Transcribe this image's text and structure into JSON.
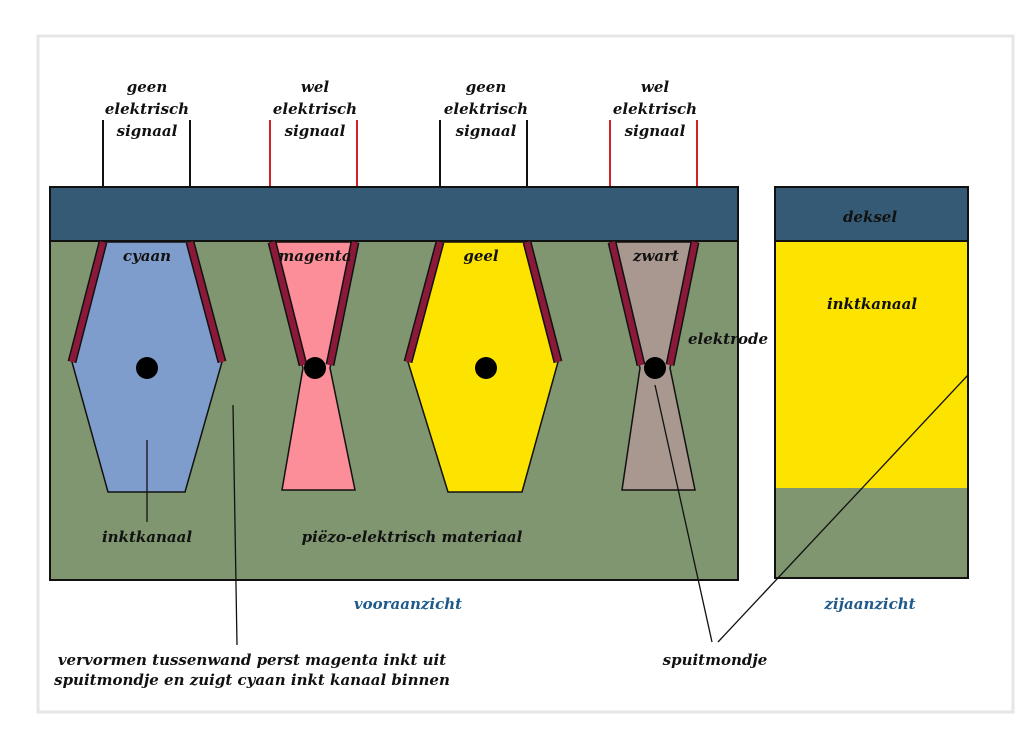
{
  "signals": [
    "geen elektrisch signaal",
    "wel elektrisch signaal",
    "geen elektrisch signaal",
    "wel elektrisch signaal"
  ],
  "signal_lines": {
    "geen": [
      "geen",
      "elektrisch",
      "signaal"
    ],
    "wel": [
      "wel",
      "elektrisch",
      "signaal"
    ]
  },
  "chambers": [
    "cyaan",
    "magenta",
    "geel",
    "zwart"
  ],
  "labels": {
    "elektrode": "elektrode",
    "inktkanaal": "inktkanaal",
    "material": "piëzo-elektrisch materiaal",
    "front_view": "vooraanzicht",
    "side_view": "zijaanzicht",
    "lid": "deksel",
    "side_channel": "inktkanaal",
    "nozzle": "spuitmondje",
    "caption_line1": "vervormen tussenwand perst magenta inkt uit",
    "caption_line2": "spuitmondje en zuigt cyaan inkt kanaal binnen"
  },
  "colors": {
    "lid": "#355a75",
    "piezo": "#7f9670",
    "cyan": "#7f9dcc",
    "magenta": "#fb8e98",
    "yellow": "#fde300",
    "black": "#a89890",
    "electrode": "#8b1a3a",
    "signal_on": "#d0202a",
    "signal_off": "#111111"
  }
}
